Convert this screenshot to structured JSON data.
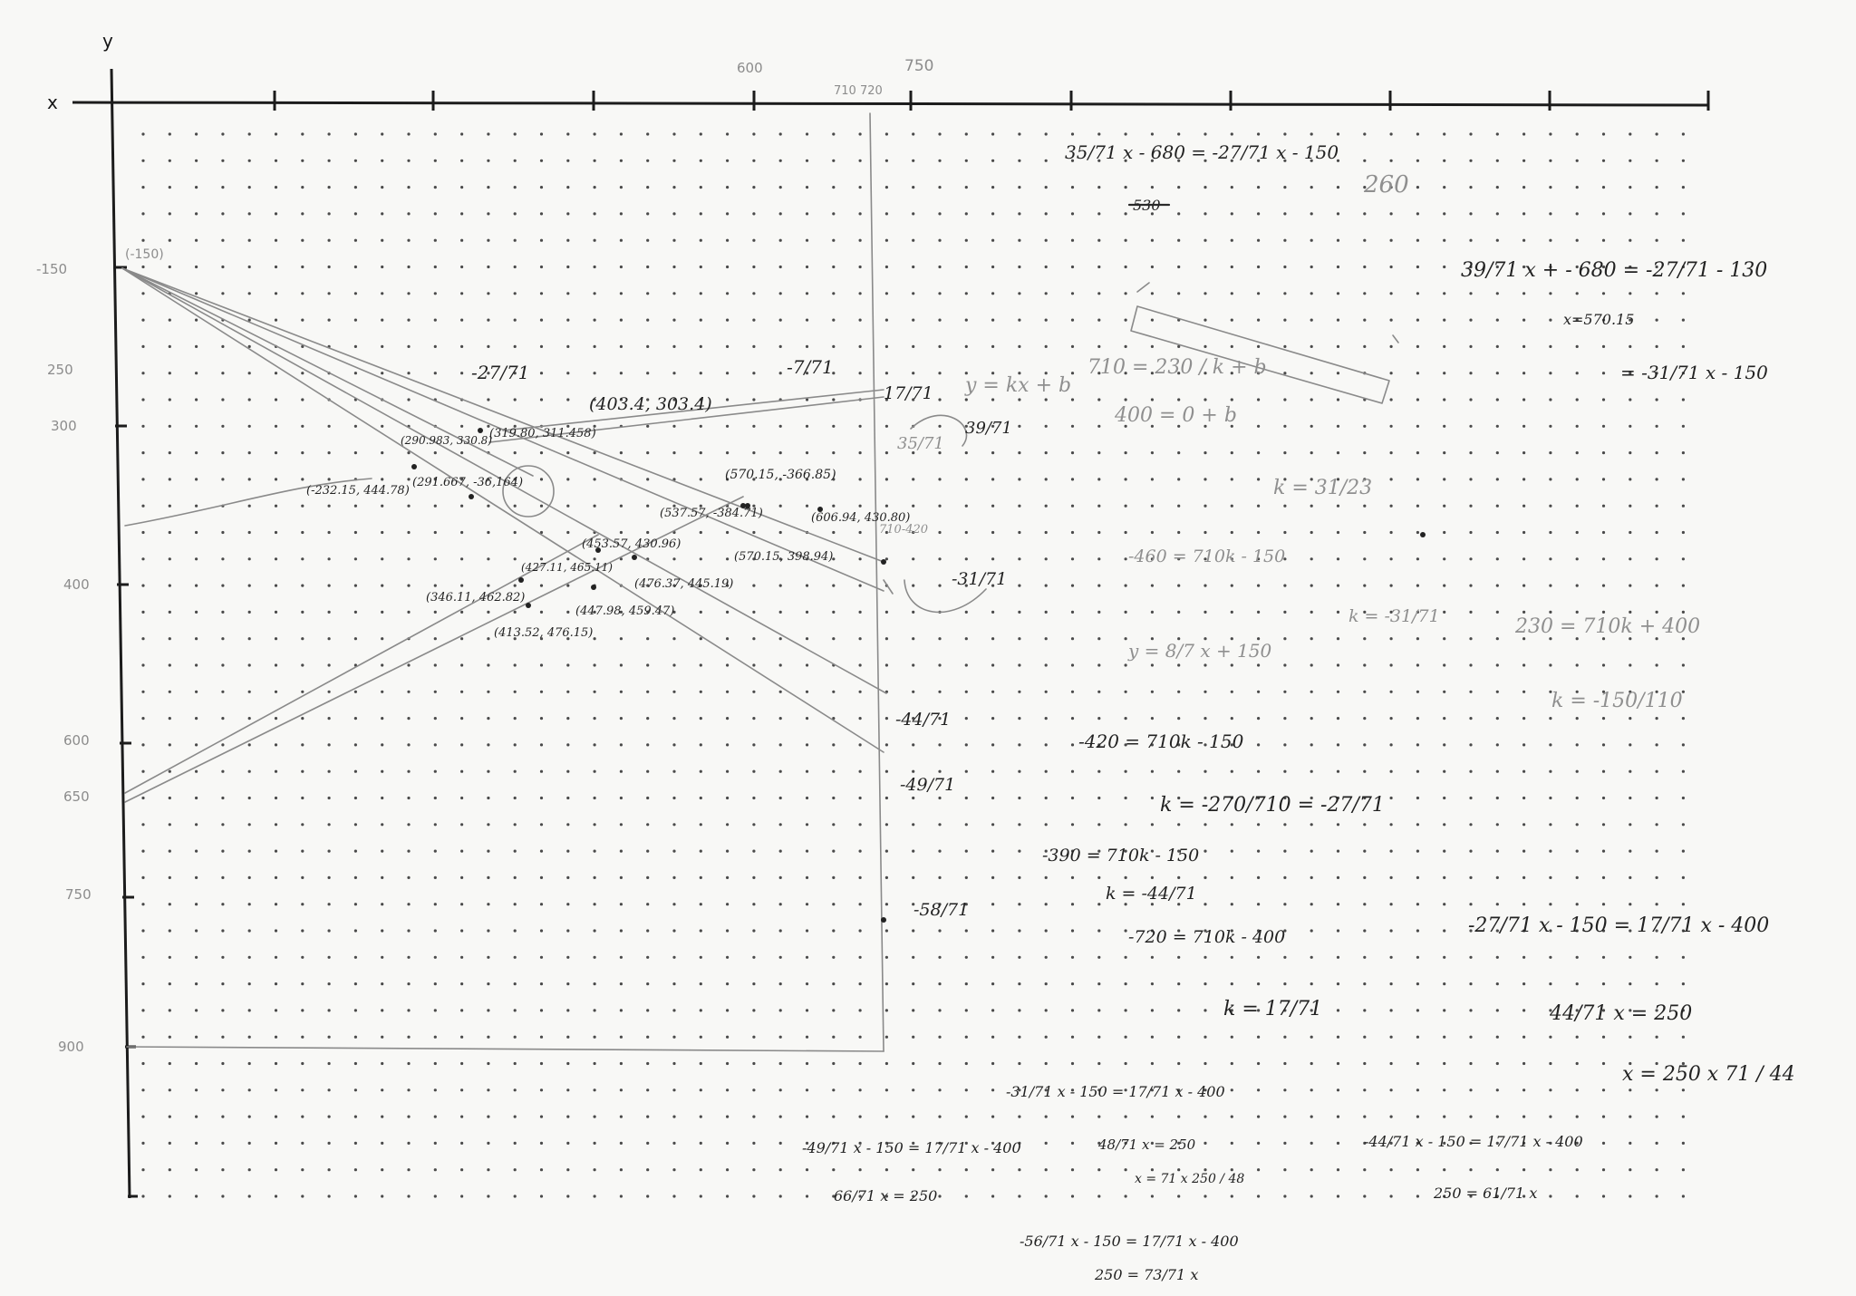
{
  "axes": {
    "x_label": "x",
    "y_label": "y",
    "top_labels": [
      "600",
      "710 720",
      "750"
    ],
    "left_labels": [
      "-150",
      "250",
      "300",
      "400",
      "600",
      "650",
      "750",
      "900"
    ],
    "corner_point": "(-150)"
  },
  "points": [
    "(403.4, 303.4)",
    "(290.983, 330.8)",
    "(319.80, 311.458)",
    "(291.667, -36,164)",
    "(-232.15, 444.78)",
    "(570.15, -366.85)",
    "(537.57, -384.71)",
    "(606.94, 430.80)",
    "(453.57, 430.96)",
    "(570.15, 398.94)",
    "(427.11, 465.11)",
    "(476.37, 445.19)",
    "(346.11, 462.82)",
    "(447.98, 459.47)",
    "(413.52, 476.15)"
  ],
  "slope_labels": [
    "-27/71",
    "-7/71",
    "17/71",
    "35/71",
    "39/71",
    "-31/71",
    "-44/71",
    "-49/71",
    "-58/71",
    "710-420"
  ],
  "equations": {
    "eq1": "35/71 x - 680 = -27/71 x - 150",
    "eq1_strike": "530",
    "note_260": "260",
    "eq2": "39/71 x + - 680 = -27/71 - 130",
    "eq2_x": "x=570.15",
    "eq2_b": "= -31/71 x - 150",
    "ykxb": "y = kx + b",
    "sys1": "710 = 230 / k + b",
    "sys2": "400 = 0 + b",
    "k_31_23": "k = 31/23",
    "e_460": "-460 = 710k - 150",
    "k_31_71": "k = -31/71",
    "y_line": "y = 8/7 x + 150",
    "e_230": "230 = 710k + 400",
    "k_150": "k = -150/110",
    "e_420": "-420 = 710k - 150",
    "k_270": "k = -270/710 = -27/71",
    "e_390": "-390 = 710k - 150",
    "k_44": "k = -44/71",
    "e_720": "-720 = 710k - 400",
    "k_17": "k = 17/71",
    "e_27_17": "-27/71 x - 150 = 17/71 x - 400",
    "e_44": "44/71 x = 250",
    "e_xfrac": "x = 250 x 71 / 44",
    "e_31_17": "-31/71 x - 150 = 17/71 x - 400",
    "e_49_17": "-49/71 x - 150 = 17/71 x - 400",
    "e_66": "66/71 x = 250",
    "e_48": "48/71 x = 250",
    "e_48x": "x = 71 x 250 / 48",
    "e_44_17": "-44/71 x - 150 = 17/71 x - 400",
    "e_61": "250 = 61/71 x",
    "e_56_17": "-56/71 x - 150 = 17/71 x - 400",
    "e_73": "250 = 73/71 x"
  }
}
